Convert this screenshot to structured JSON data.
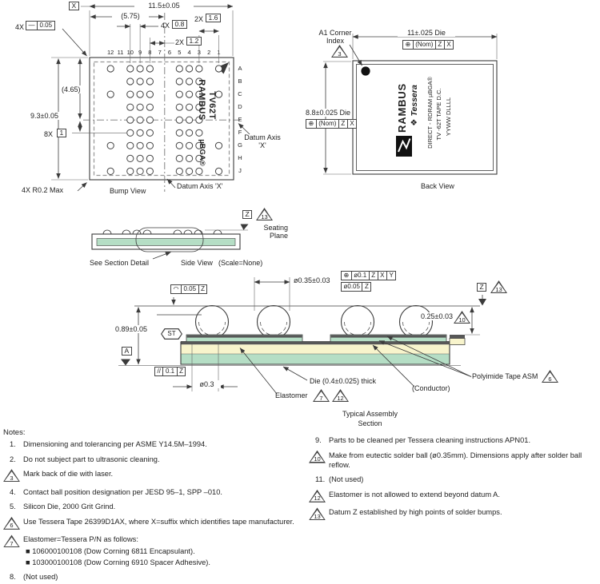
{
  "colors": {
    "tape_yellow": "#F8F4CC",
    "die_green": "#B5DEC5",
    "conductor": "#575757",
    "line": "#3B3B3B"
  },
  "bump_view": {
    "caption": "Bump View",
    "datum_x_box": "X",
    "dim_overall": "11.5±0.05",
    "dim_half": "(5.75)",
    "dim_4x_08": {
      "prefix": "4X",
      "value": "0.8"
    },
    "dim_2x_12": {
      "prefix": "2X",
      "value": "1.2"
    },
    "dim_2x_16": {
      "prefix": "2X",
      "value": "1.6"
    },
    "straightness_prefix": "4X",
    "dim_height": "9.3±0.05",
    "dim_half_v": "(4.65)",
    "dim_8x": {
      "prefix": "8X",
      "value": "1"
    },
    "corner_radius": "4X R0.2 Max",
    "datum_axis_bottom": "Datum Axis 'X'",
    "datum_axis_right": "Datum Axis 'X'",
    "text_rambus": "RAMBUS",
    "text_tv62t": "TV62T",
    "text_ubga": "µBGA®",
    "columns": [
      "12",
      "11",
      "10",
      "9",
      "8",
      "7",
      "6",
      "5",
      "4",
      "3",
      "2",
      "1"
    ],
    "rows": [
      "A",
      "B",
      "C",
      "D",
      "E",
      "F",
      "G",
      "H",
      "J"
    ],
    "full_columns": [
      "10",
      "9",
      "8",
      "5",
      "4",
      "3"
    ],
    "corner_columns": [
      "12",
      "1"
    ],
    "corner_rows": [
      "A",
      "C",
      "G",
      "J"
    ]
  },
  "back_view": {
    "caption": "Back View",
    "a1_label": "A1 Corner Index",
    "dim_width": "11±.025 Die",
    "dim_height": "8.8±0.025 Die",
    "text_rambus": "RAMBUS",
    "text_tessera": "❖ Tessera",
    "text_line1": "DIRECT - RDRAM µBGA®",
    "text_line2": "TV -62T TAPE D.C.",
    "text_line3": "YYWW  DLLLL"
  },
  "side_view": {
    "caption": "Side View",
    "scale": "(Scale=None)",
    "see_detail": "See Section Detail",
    "seating_plane": "Seating Plane",
    "z_box": "Z"
  },
  "section": {
    "caption_1": "Typical Assembly",
    "caption_2": "Section",
    "dim_height": "0.89±0.05",
    "st": "ST",
    "datum_a": "A",
    "z_box": "Z",
    "dim_ball": "ø0.35±0.03",
    "dim_standoff": "0.25±0.03",
    "dim_via": "ø0.3",
    "die_label": "Die (0.4±0.025) thick",
    "elastomer_label": "Elastomer",
    "conductor_label": "(Conductor)",
    "tape_label": "Polyimide Tape ASM"
  },
  "frames": {
    "straightness": [
      "—",
      "0.05"
    ],
    "profile": [
      "◠",
      "0.05",
      "Z"
    ],
    "ball_pos": [
      "⊕",
      "ø0.1",
      "Z",
      "X",
      "Y"
    ],
    "ball_copl": [
      "ø0.05",
      "Z"
    ],
    "back_top": [
      "⊕",
      "(Nom)",
      "Z",
      "X"
    ],
    "back_left": [
      "⊕",
      "(Nom)",
      "Z",
      "X"
    ],
    "parallel": [
      "//",
      "0.1",
      "Z"
    ]
  },
  "flags": {
    "f3": "3",
    "f6": "6",
    "f7": "7",
    "f10": "10",
    "f12": "12",
    "f13_side": "13",
    "f13_section": "13"
  },
  "notes": {
    "heading": "Notes:",
    "bullet_char": "■",
    "left": [
      {
        "m": "1.",
        "f": false,
        "t": "Dimensioning and tolerancing per ASME Y14.5M–1994."
      },
      {
        "m": "2.",
        "f": false,
        "t": "Do not subject part to ultrasonic cleaning."
      },
      {
        "m": "3",
        "f": true,
        "t": "Mark back of die with laser."
      },
      {
        "m": "4.",
        "f": false,
        "t": "Contact ball position designation per JESD 95–1, SPP –010."
      },
      {
        "m": "5.",
        "f": false,
        "t": "Silicon Die, 2000 Grit Grind."
      },
      {
        "m": "6",
        "f": true,
        "t": "Use Tessera Tape 26399D1AX, where X=suffix which identifies tape manufacturer."
      },
      {
        "m": "7",
        "f": true,
        "t": "Elastomer=Tessera P/N as follows:",
        "b": [
          "106000100108 (Dow Corning 6811 Encapsulant).",
          "103000100108 (Dow Corning 6910 Spacer Adhesive)."
        ]
      },
      {
        "m": "8.",
        "f": false,
        "t": "(Not used)"
      }
    ],
    "right": [
      {
        "m": "9.",
        "f": false,
        "t": "Parts to be cleaned per Tessera cleaning instructions APN01."
      },
      {
        "m": "10",
        "f": true,
        "t": "Make from eutectic solder ball (ø0.35mm). Dimensions apply after solder ball reflow."
      },
      {
        "m": "11.",
        "f": false,
        "t": "(Not used)"
      },
      {
        "m": "12",
        "f": true,
        "t": "Elastomer is not allowed to extend beyond datum A."
      },
      {
        "m": "13",
        "f": true,
        "t": "Datum Z established by high points of solder bumps."
      }
    ]
  }
}
